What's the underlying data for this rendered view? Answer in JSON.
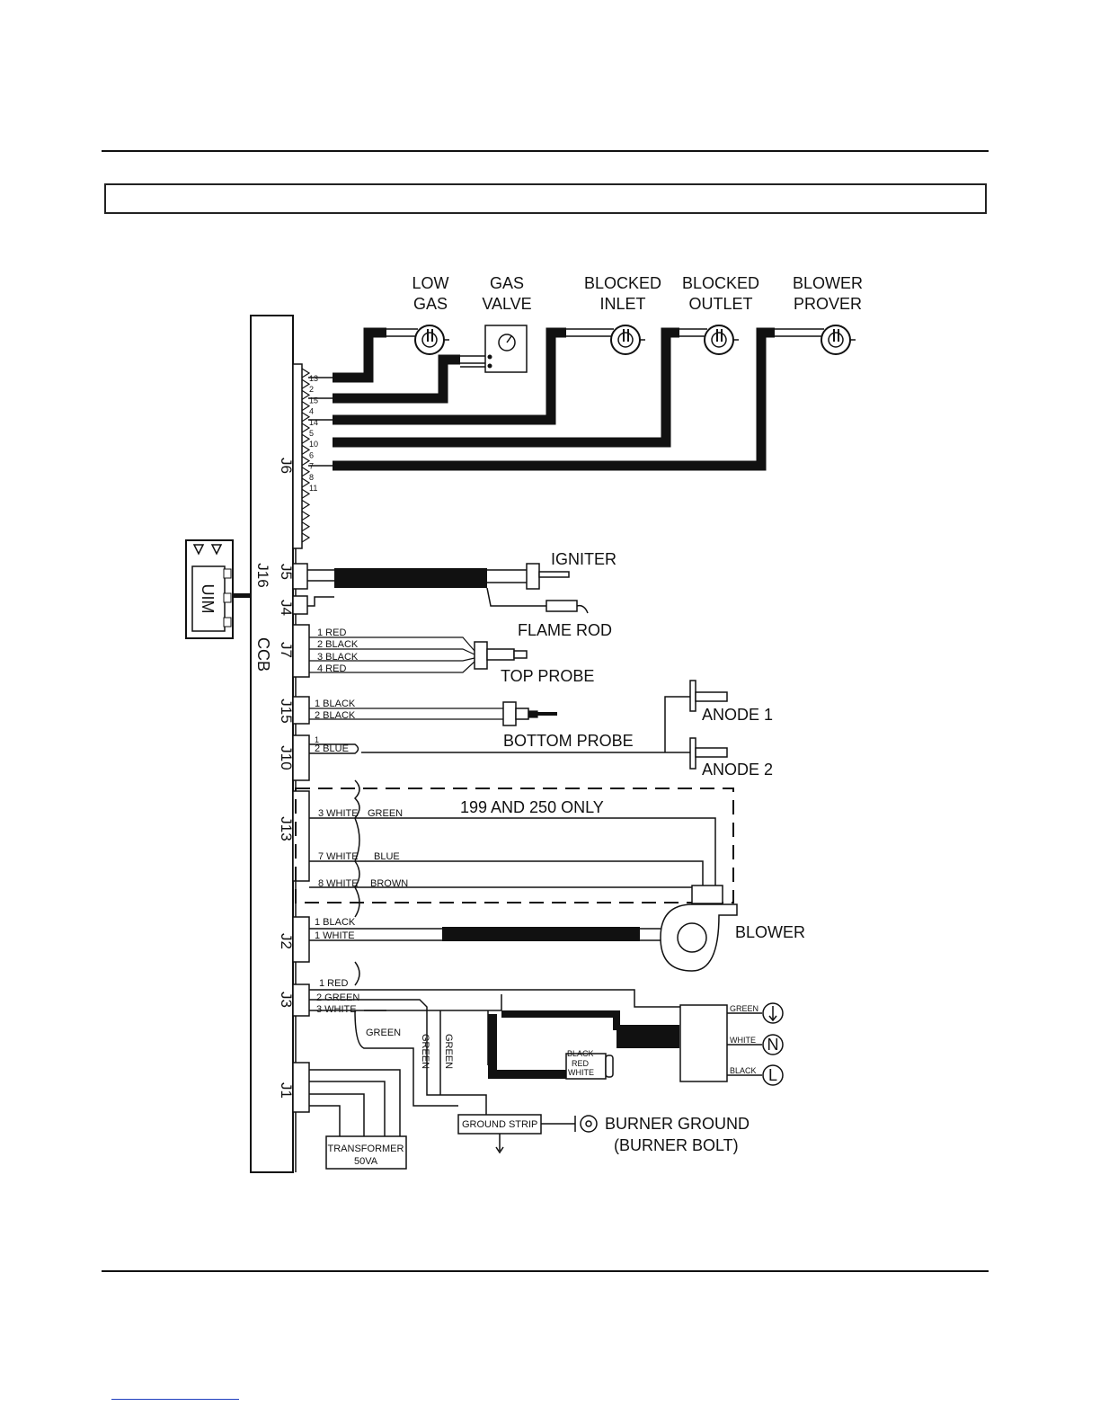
{
  "header_title": "",
  "footer_link": "",
  "diagram": {
    "board_label": "CCB",
    "uim_label": "UIM",
    "connectors": {
      "j6": "J6",
      "j16": "J16",
      "j5": "J5",
      "j4": "J4",
      "j7": "J7",
      "j15": "J15",
      "j10": "J10",
      "j13": "J13",
      "j2": "J2",
      "j3": "J3",
      "j1": "J1"
    },
    "j6_pins": [
      "13",
      "2",
      "15",
      "4",
      "14",
      "5",
      "10",
      "6",
      "7",
      "8",
      "11"
    ],
    "switches": {
      "low_gas": [
        "LOW",
        "GAS"
      ],
      "gas_valve": [
        "GAS",
        "VALVE"
      ],
      "blocked_inlet": [
        "BLOCKED",
        "INLET"
      ],
      "blocked_outlet": [
        "BLOCKED",
        "OUTLET"
      ],
      "blower_prover": [
        "BLOWER",
        "PROVER"
      ]
    },
    "components": {
      "igniter": "IGNITER",
      "flame_rod": "FLAME ROD",
      "top_probe": "TOP PROBE",
      "bottom_probe": "BOTTOM PROBE",
      "anode_1": "ANODE 1",
      "anode_2": "ANODE 2",
      "blower": "BLOWER",
      "model_note": "199 AND 250 ONLY",
      "ground_strip": "GROUND STRIP",
      "burner_ground": [
        "BURNER GROUND",
        "(BURNER BOLT)"
      ],
      "transformer": [
        "TRANSFORMER",
        "50VA"
      ]
    },
    "wires": {
      "j7": [
        "1 RED",
        "2 BLACK",
        "3 BLACK",
        "4 RED"
      ],
      "j15": [
        "1 BLACK",
        "2 BLACK"
      ],
      "j10": [
        "1",
        "2 BLUE"
      ],
      "j13": [
        "3 WHITE",
        "7 WHITE",
        "8 WHITE"
      ],
      "j13_far": [
        "GREEN",
        "BLUE",
        "BROWN"
      ],
      "j2": [
        "1 BLACK",
        "1 WHITE"
      ],
      "j3": [
        "1 RED",
        "2 GREEN",
        "3 WHITE"
      ],
      "green": "GREEN",
      "power_in": [
        "GREEN",
        "WHITE",
        "BLACK"
      ],
      "switch_wires": [
        "BLACK",
        "RED",
        "WHITE"
      ]
    },
    "power_symbols": [
      "N",
      "L"
    ]
  }
}
